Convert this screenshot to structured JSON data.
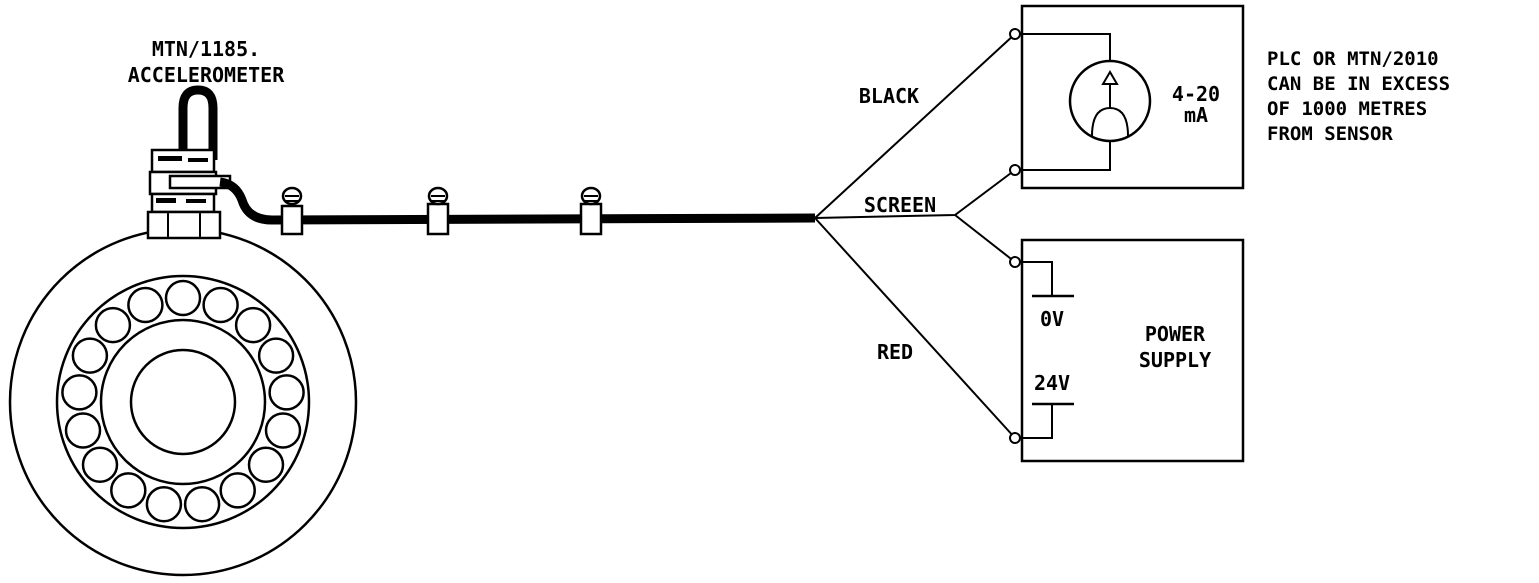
{
  "accelerometer": {
    "model_line": "MTN/1185.",
    "name_line": "ACCELEROMETER"
  },
  "wires": {
    "black": "BLACK",
    "screen": "SCREEN",
    "red": "RED"
  },
  "meter": {
    "range_line1": "4-20",
    "range_line2": "mA"
  },
  "plc_note": {
    "line1": "PLC OR MTN/2010",
    "line2": "CAN BE IN EXCESS",
    "line3": "OF 1000 METRES",
    "line4": "FROM SENSOR"
  },
  "power_supply": {
    "v0_label": "0V",
    "v24_label": "24V",
    "title_line1": "POWER",
    "title_line2": "SUPPLY"
  },
  "colors": {
    "ink": "#000000",
    "paper": "#ffffff"
  }
}
